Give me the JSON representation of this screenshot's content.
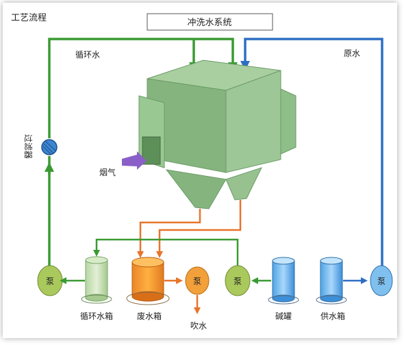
{
  "title": "工艺流程",
  "system_label": "冲洗水系统",
  "labels": {
    "recirc_water": "循环水",
    "raw_water": "原水",
    "filter": "过滤器",
    "flue_gas": "烟气",
    "recirc_tank": "循环水箱",
    "waste_tank": "废水箱",
    "blow_water": "吹水",
    "alkali_tank": "碱罐",
    "supply_tank": "供水箱",
    "pump": "泵"
  },
  "colors": {
    "green_line": "#3a9a32",
    "blue_line": "#2e6fc4",
    "orange_line": "#e8742a",
    "pump_green": "#a9c95c",
    "pump_orange": "#f2a03a",
    "pump_blue": "#7fc0ef",
    "box_green": "#8fc08a"
  }
}
